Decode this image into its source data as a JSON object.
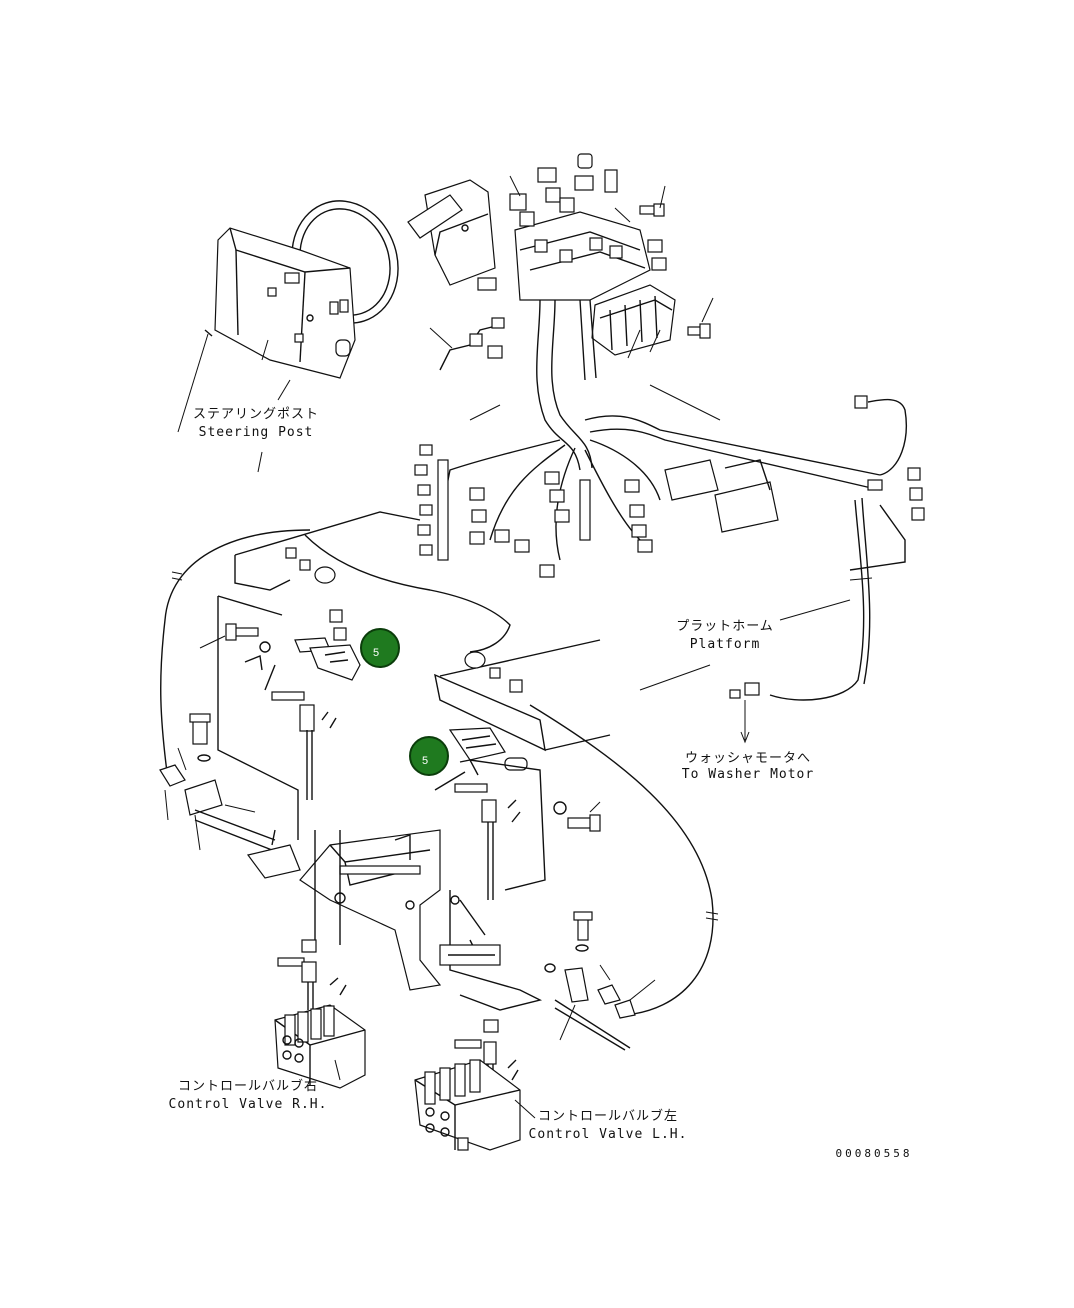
{
  "labels": {
    "steering_post_jp": "ステアリングポスト",
    "steering_post_en": "Steering Post",
    "platform_jp": "プラットホーム",
    "platform_en": "Platform",
    "washer_motor_jp": "ウォッシャモータへ",
    "washer_motor_en": "To Washer Motor",
    "control_valve_rh_jp": "コントロールバルブ右",
    "control_valve_rh_en": "Control Valve R.H.",
    "control_valve_lh_jp": "コントロールバルブ左",
    "control_valve_lh_en": "Control Valve L.H.",
    "drawing_number": "00080558"
  },
  "callouts": [
    {
      "number": "5"
    },
    {
      "number": "5"
    }
  ],
  "colors": {
    "callout_fill": "#1f7a1f",
    "callout_stroke": "#0b3d0b",
    "line": "#111111"
  }
}
